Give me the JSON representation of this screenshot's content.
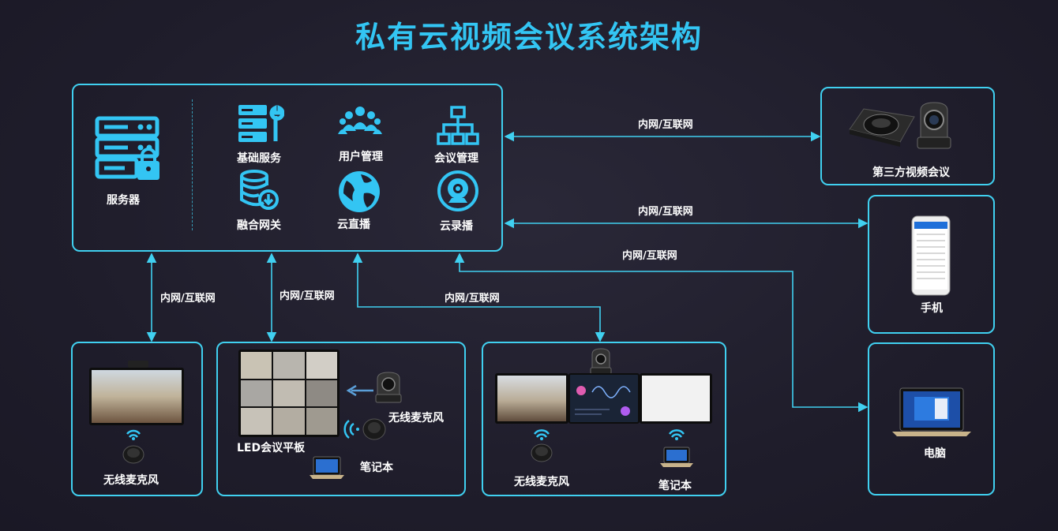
{
  "title": "私有云视频会议系统架构",
  "server_box": {
    "server_label": "服务器",
    "services": {
      "basic": "基础服务",
      "user_mgmt": "用户管理",
      "meeting_mgmt": "会议管理",
      "gateway": "融合网关",
      "live": "云直播",
      "record": "云录播"
    }
  },
  "edges": {
    "to_third_party": "内网/互联网",
    "to_phone": "内网/互联网",
    "to_pc": "内网/互联网",
    "to_room1": "内网/互联网",
    "to_room2": "内网/互联网",
    "to_room3": "内网/互联网"
  },
  "third_party": {
    "label": "第三方视频会议"
  },
  "phone": {
    "label": "手机"
  },
  "pc": {
    "label": "电脑"
  },
  "room1": {
    "mic_label": "无线麦克风"
  },
  "room2": {
    "panel_label": "LED会议平板",
    "mic_label": "无线麦克风",
    "laptop_label": "笔记本"
  },
  "room3": {
    "mic_label": "无线麦克风",
    "laptop_label": "笔记本"
  },
  "colors": {
    "accent": "#40d0f0",
    "title": "#33c5f3",
    "background": "#1f1d2b"
  }
}
